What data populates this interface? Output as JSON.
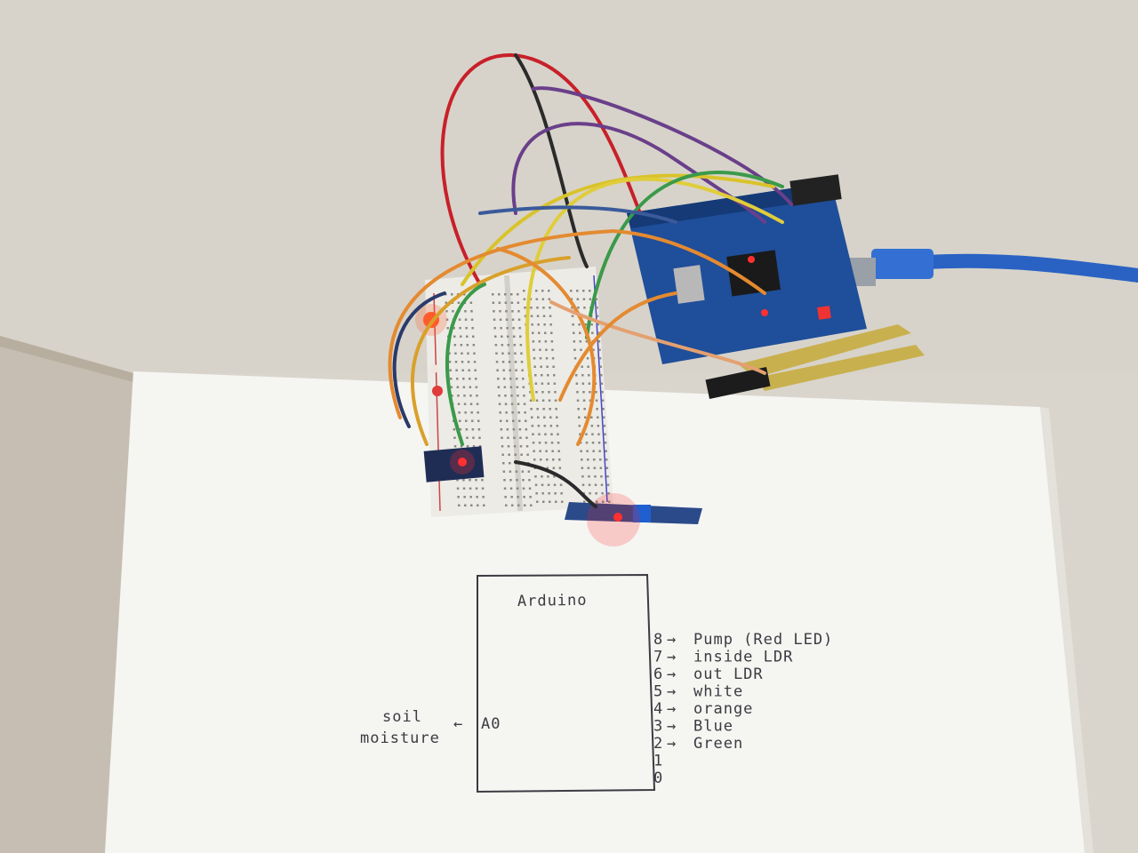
{
  "sketch": {
    "title": "Arduino",
    "analog_pin": "A0",
    "sensor_line1": "soil",
    "sensor_line2": "moisture",
    "pins": [
      {
        "num": "8",
        "label": "Pump (Red LED)"
      },
      {
        "num": "7",
        "label": "inside LDR"
      },
      {
        "num": "6",
        "label": "out LDR"
      },
      {
        "num": "5",
        "label": "white"
      },
      {
        "num": "4",
        "label": "orange"
      },
      {
        "num": "3",
        "label": "Blue"
      },
      {
        "num": "2",
        "label": "Green"
      },
      {
        "num": "1",
        "label": ""
      },
      {
        "num": "0",
        "label": ""
      }
    ],
    "arrow": "→",
    "left_arrow": "←"
  },
  "colors": {
    "table": "#d9d5cc",
    "paper": "#f6f6f3",
    "notebook_cover": "#c9c1b6",
    "breadboard": "#ecebe6",
    "arduino_board": "#1f4e9a",
    "usb_cable": "#2a62c4",
    "soil_probe": "#c9b04e",
    "pencil": "#3b3b42"
  },
  "wires": [
    "red",
    "black",
    "purple",
    "yellow",
    "green",
    "blue",
    "orange"
  ]
}
